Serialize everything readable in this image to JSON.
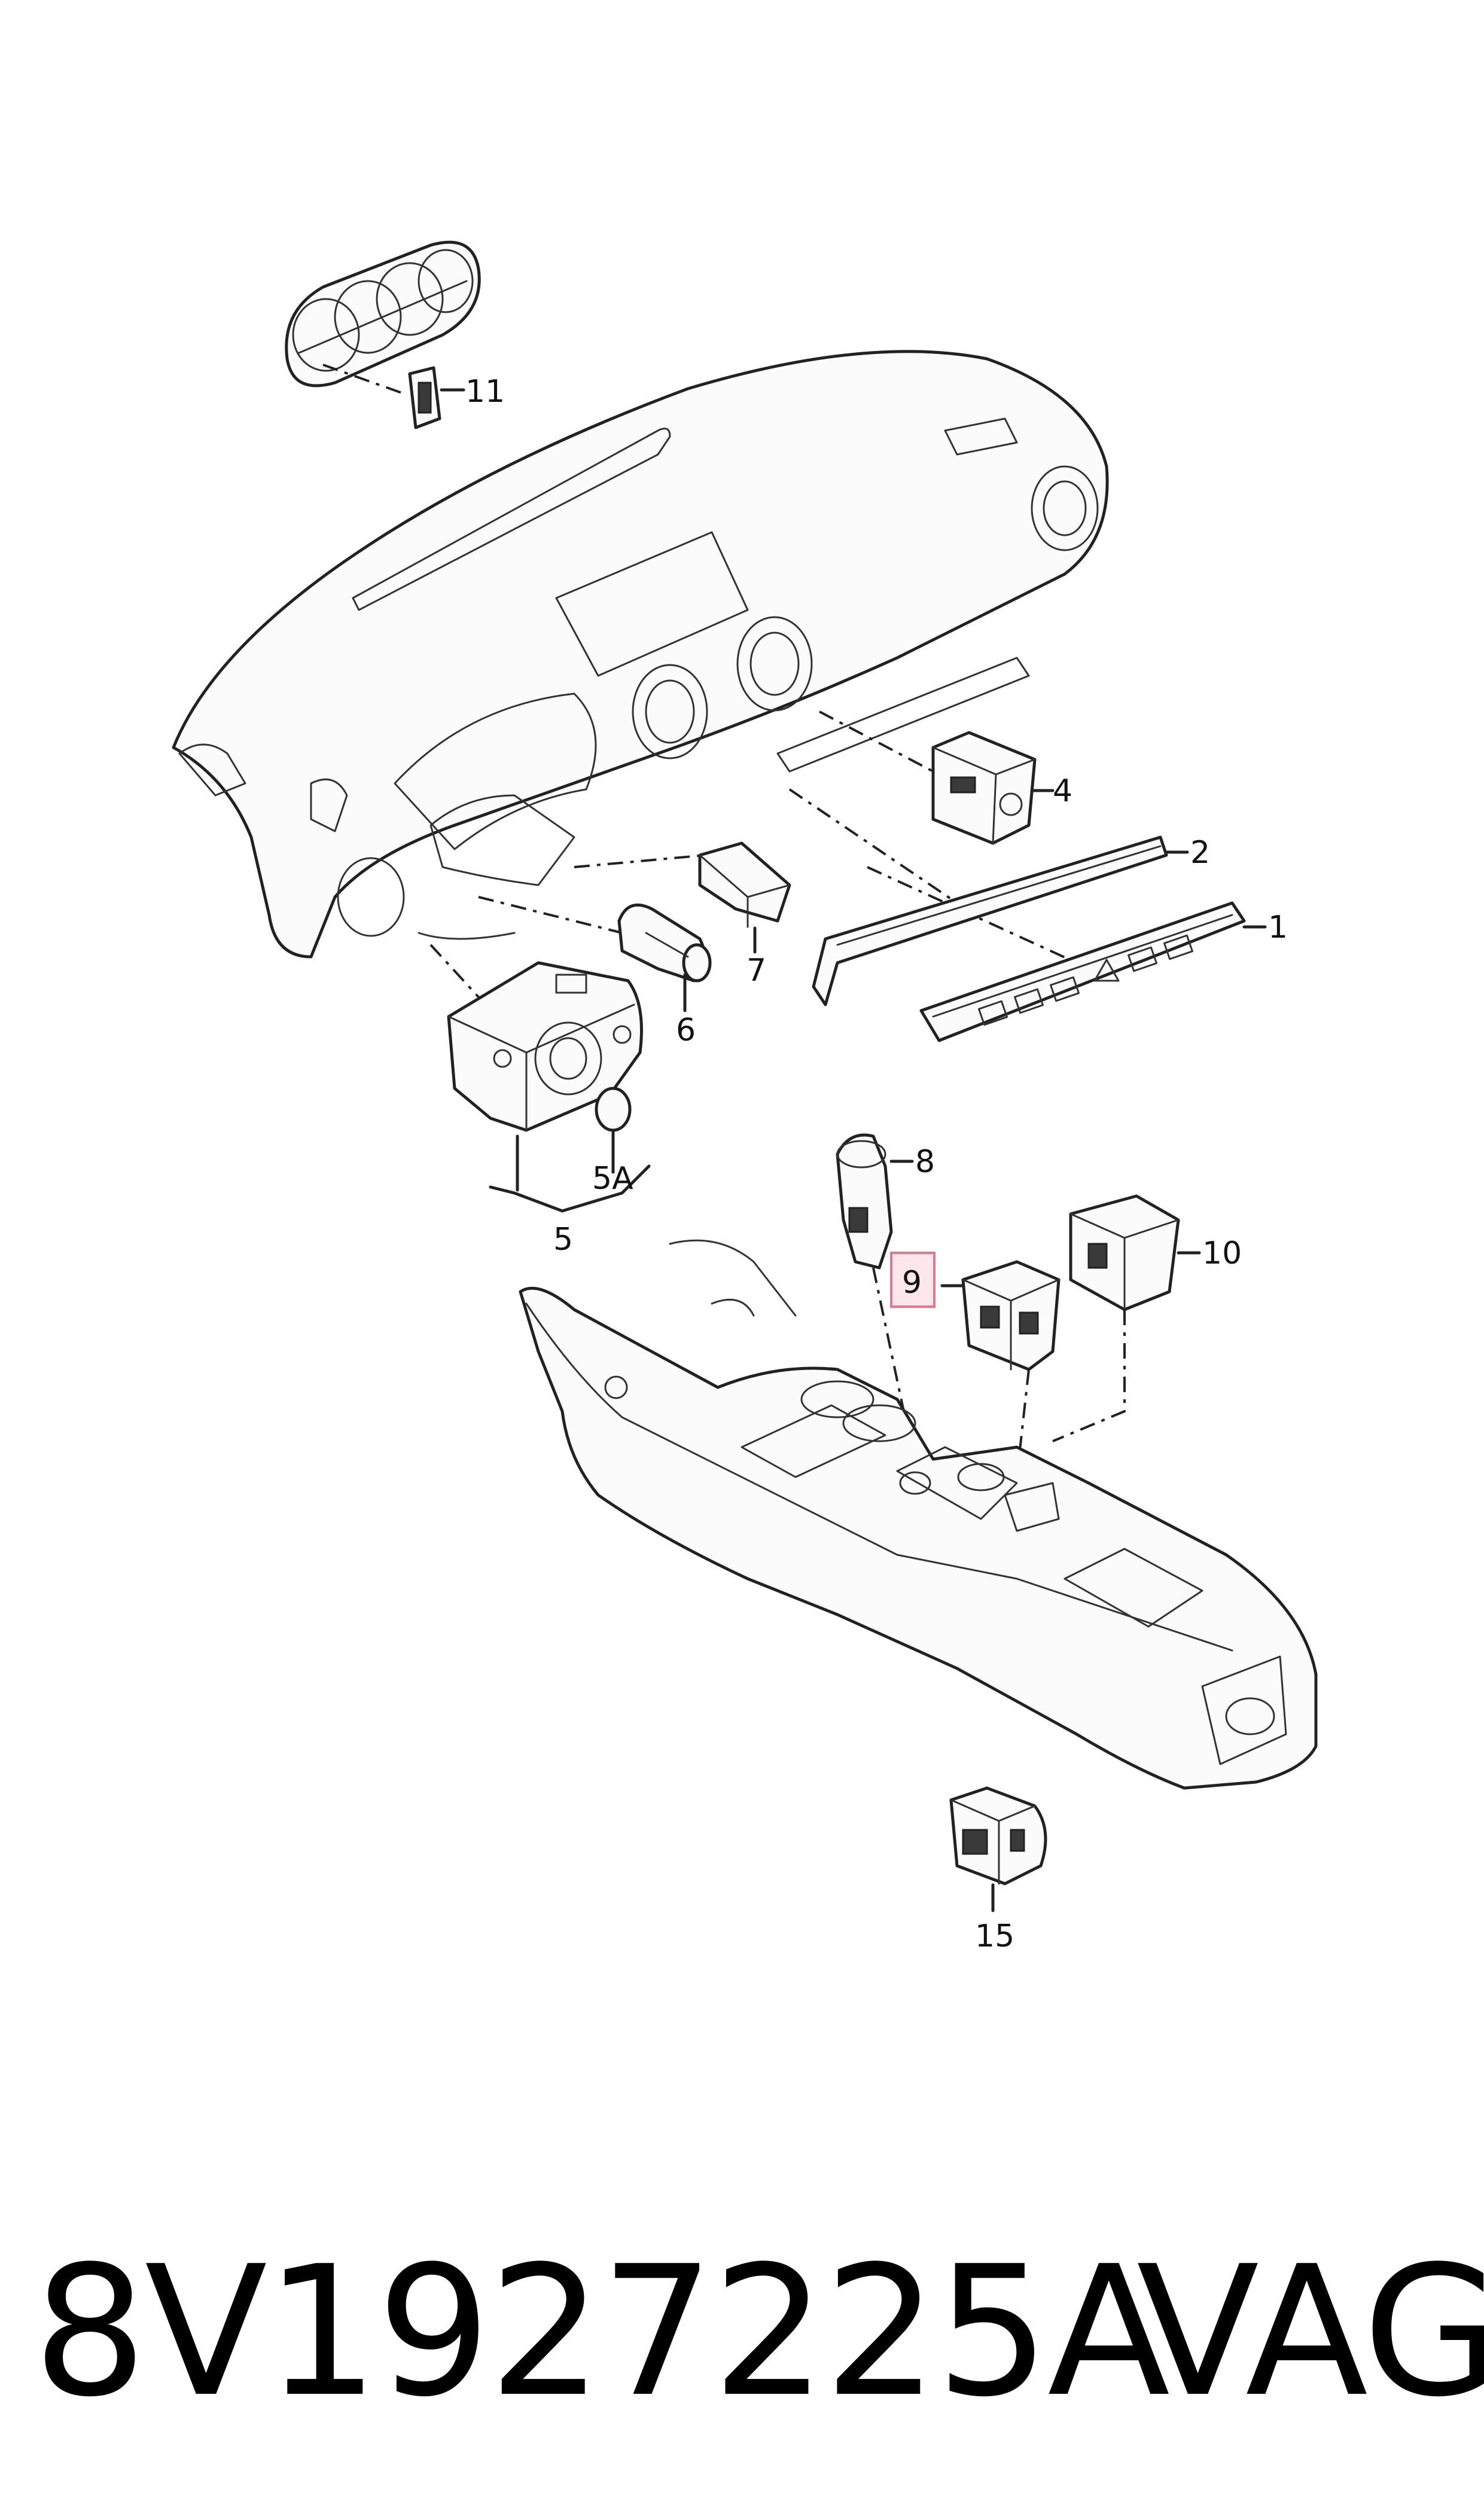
{
  "callouts": [
    {
      "id": "1",
      "label": "1"
    },
    {
      "id": "2",
      "label": "2"
    },
    {
      "id": "4",
      "label": "4"
    },
    {
      "id": "5",
      "label": "5"
    },
    {
      "id": "5A",
      "label": "5A"
    },
    {
      "id": "6",
      "label": "6"
    },
    {
      "id": "7",
      "label": "7"
    },
    {
      "id": "8",
      "label": "8"
    },
    {
      "id": "9",
      "label": "9",
      "highlighted": true
    },
    {
      "id": "10",
      "label": "10"
    },
    {
      "id": "11",
      "label": "11"
    },
    {
      "id": "15",
      "label": "15"
    }
  ],
  "footer": {
    "part_number": "8V1927225A",
    "brand": "VAG"
  },
  "colors": {
    "line": "#222222",
    "highlight_fill": "#fde7ea",
    "highlight_stroke": "#e07a8a"
  }
}
